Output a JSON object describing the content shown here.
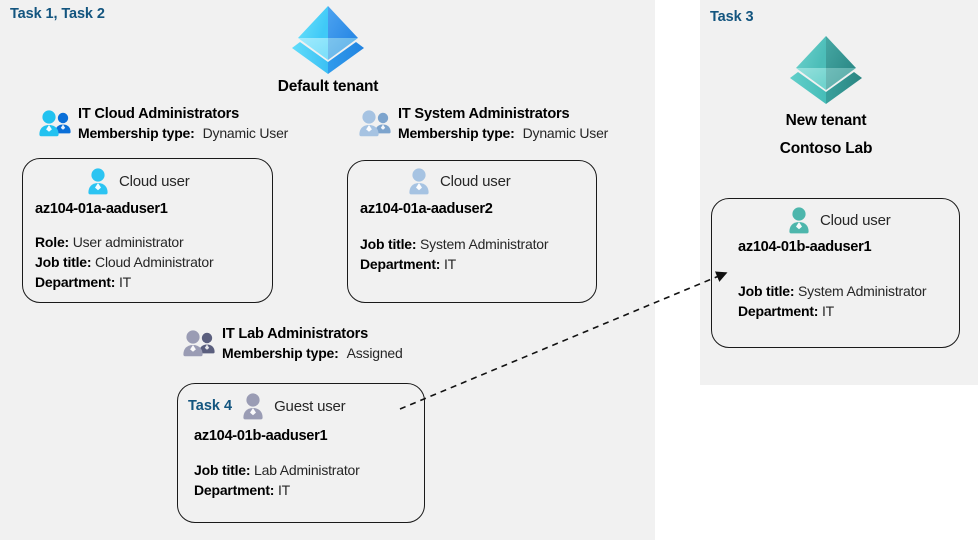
{
  "panels": {
    "left": {
      "task_label": "Task 1, Task 2"
    },
    "right": {
      "task_label": "Task 3"
    }
  },
  "tenants": [
    {
      "id": "default-tenant",
      "icon": "azure-ad-tenant-icon",
      "name": "Default tenant",
      "color": "#32b8f0"
    },
    {
      "id": "new-tenant",
      "icon": "azure-ad-tenant-icon",
      "name_line1": "New  tenant",
      "name_line2": "Contoso Lab",
      "color": "#4db6ac"
    }
  ],
  "groups": [
    {
      "id": "it-cloud-administrators",
      "icon": "group-users-icon",
      "name": "IT Cloud Administrators",
      "meta_label": "Membership type:",
      "meta_value": "Dynamic User"
    },
    {
      "id": "it-system-administrators",
      "icon": "group-users-icon",
      "name": "IT System Administrators",
      "meta_label": "Membership type:",
      "meta_value": "Dynamic User"
    },
    {
      "id": "it-lab-administrators",
      "icon": "group-users-icon",
      "name": "IT Lab Administrators",
      "meta_label": "Membership type:",
      "meta_value": "Assigned"
    }
  ],
  "cards": [
    {
      "id": "card-aaduser1-a",
      "user_type": "Cloud user",
      "user_icon": "cloud-user-icon",
      "task_tag": "",
      "username": "az104-01a-aaduser1",
      "attributes": [
        {
          "label": "Role:",
          "value": "User administrator"
        },
        {
          "label": "Job title:",
          "value": "Cloud Administrator"
        },
        {
          "label": "Department:",
          "value": "IT"
        }
      ]
    },
    {
      "id": "card-aaduser2-a",
      "user_type": "Cloud user",
      "user_icon": "cloud-user-icon",
      "task_tag": "",
      "username": "az104-01a-aaduser2",
      "attributes": [
        {
          "label": "Job title:",
          "value": "System Administrator"
        },
        {
          "label": "Department:",
          "value": "IT"
        }
      ]
    },
    {
      "id": "card-aaduser1-b-guest",
      "user_type": "Guest user",
      "user_icon": "guest-user-icon",
      "task_tag": "Task 4",
      "username": "az104-01b-aaduser1",
      "attributes": [
        {
          "label": "Job title:",
          "value": "Lab Administrator"
        },
        {
          "label": "Department:",
          "value": "IT"
        }
      ]
    },
    {
      "id": "card-aaduser1-b-cloud",
      "user_type": "Cloud user",
      "user_icon": "cloud-user-icon",
      "task_tag": "",
      "username": "az104-01b-aaduser1",
      "attributes": [
        {
          "label": "Job title:",
          "value": "System Administrator"
        },
        {
          "label": "Department:",
          "value": "IT"
        }
      ]
    }
  ],
  "connector": {
    "name": "guest-invitation-arrow",
    "style": "dashed-arrow",
    "from": "card-aaduser1-b-guest",
    "to": "card-aaduser1-b-cloud"
  },
  "colors": {
    "panel_background": "#f1f1f1",
    "task_label": "#13557f",
    "card_border": "#1a1a1a",
    "default_tenant": "#32b8f0",
    "new_tenant": "#4db6ac",
    "text": "#262626"
  }
}
